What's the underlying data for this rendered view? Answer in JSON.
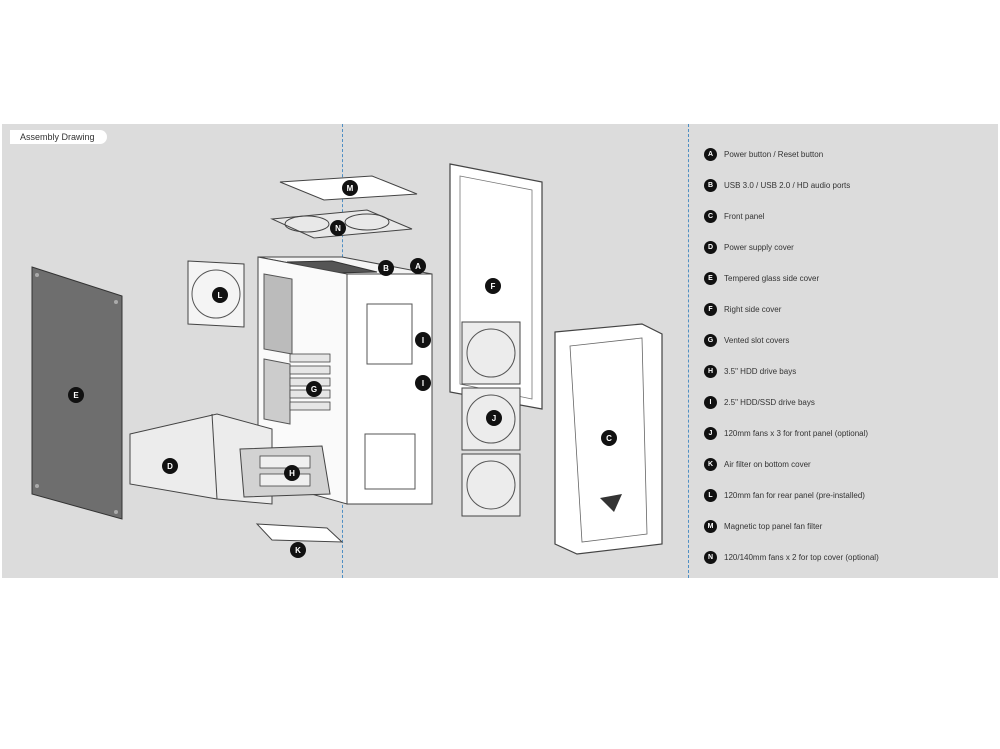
{
  "title": "Assembly Drawing",
  "colors": {
    "panel_bg": "#dcdcdc",
    "divider": "#4f8fc4",
    "badge": "#111111",
    "line": "#444444"
  },
  "legend": [
    {
      "letter": "A",
      "text": "Power button / Reset button"
    },
    {
      "letter": "B",
      "text": "USB 3.0 / USB 2.0 / HD audio ports"
    },
    {
      "letter": "C",
      "text": "Front panel"
    },
    {
      "letter": "D",
      "text": "Power supply cover"
    },
    {
      "letter": "E",
      "text": "Tempered glass side cover"
    },
    {
      "letter": "F",
      "text": "Right side cover"
    },
    {
      "letter": "G",
      "text": "Vented slot covers"
    },
    {
      "letter": "H",
      "text": "3.5\" HDD drive bays"
    },
    {
      "letter": "I",
      "text": "2.5\" HDD/SSD drive bays"
    },
    {
      "letter": "J",
      "text": "120mm fans x 3 for front panel (optional)"
    },
    {
      "letter": "K",
      "text": "Air filter on bottom cover"
    },
    {
      "letter": "L",
      "text": "120mm fan for rear panel (pre-installed)"
    },
    {
      "letter": "M",
      "text": "Magnetic top panel fan filter"
    },
    {
      "letter": "N",
      "text": "120/140mm fans x 2 for top cover (optional)"
    }
  ],
  "callouts": {
    "A": "A",
    "B": "B",
    "C": "C",
    "D": "D",
    "E": "E",
    "F": "F",
    "G": "G",
    "H": "H",
    "I": "I",
    "J": "J",
    "K": "K",
    "L": "L",
    "M": "M",
    "N": "N"
  }
}
